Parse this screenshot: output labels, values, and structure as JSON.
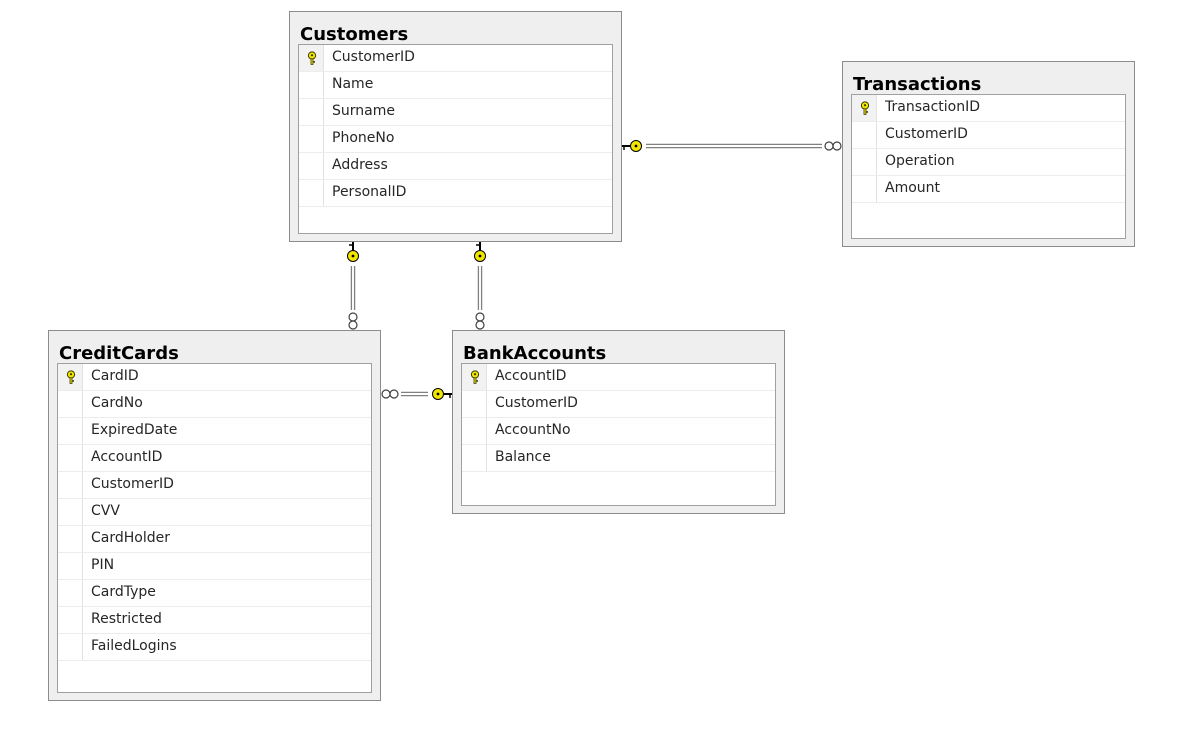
{
  "diagram": {
    "tables": [
      {
        "id": "customers",
        "name": "Customers",
        "columns": [
          {
            "name": "CustomerID",
            "primary_key": true
          },
          {
            "name": "Name",
            "primary_key": false
          },
          {
            "name": "Surname",
            "primary_key": false
          },
          {
            "name": "PhoneNo",
            "primary_key": false
          },
          {
            "name": "Address",
            "primary_key": false
          },
          {
            "name": "PersonalID",
            "primary_key": false
          }
        ]
      },
      {
        "id": "transactions",
        "name": "Transactions",
        "columns": [
          {
            "name": "TransactionID",
            "primary_key": true
          },
          {
            "name": "CustomerID",
            "primary_key": false
          },
          {
            "name": "Operation",
            "primary_key": false
          },
          {
            "name": "Amount",
            "primary_key": false
          }
        ]
      },
      {
        "id": "creditcards",
        "name": "CreditCards",
        "columns": [
          {
            "name": "CardID",
            "primary_key": true
          },
          {
            "name": "CardNo",
            "primary_key": false
          },
          {
            "name": "ExpiredDate",
            "primary_key": false
          },
          {
            "name": "AccountID",
            "primary_key": false
          },
          {
            "name": "CustomerID",
            "primary_key": false
          },
          {
            "name": "CVV",
            "primary_key": false
          },
          {
            "name": "CardHolder",
            "primary_key": false
          },
          {
            "name": "PIN",
            "primary_key": false
          },
          {
            "name": "CardType",
            "primary_key": false
          },
          {
            "name": "Restricted",
            "primary_key": false
          },
          {
            "name": "FailedLogins",
            "primary_key": false
          }
        ]
      },
      {
        "id": "bankaccounts",
        "name": "BankAccounts",
        "columns": [
          {
            "name": "AccountID",
            "primary_key": true
          },
          {
            "name": "CustomerID",
            "primary_key": false
          },
          {
            "name": "AccountNo",
            "primary_key": false
          },
          {
            "name": "Balance",
            "primary_key": false
          }
        ]
      }
    ],
    "relationships": [
      {
        "one": "customers",
        "many": "transactions"
      },
      {
        "one": "customers",
        "many": "creditcards"
      },
      {
        "one": "customers",
        "many": "bankaccounts"
      },
      {
        "one": "bankaccounts",
        "many": "creditcards"
      }
    ],
    "colors": {
      "key_icon": "#f2e600",
      "connector_line": "#808080",
      "box_background": "#efefef"
    }
  }
}
